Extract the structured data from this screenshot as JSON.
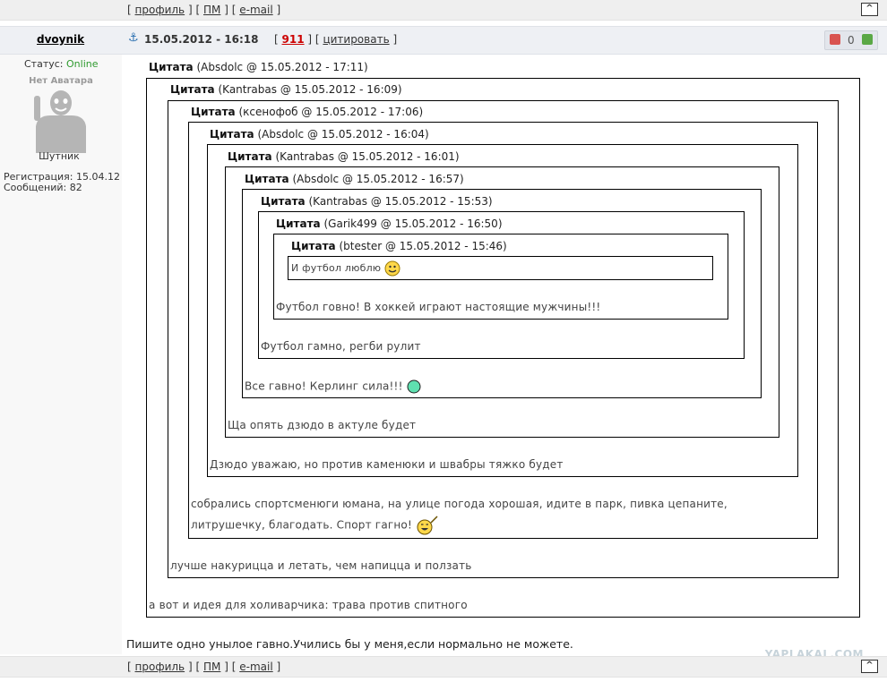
{
  "nav": {
    "profile": "профиль",
    "pm": "ПМ",
    "email": "e-mail",
    "up": "^",
    "open_bracket": "[",
    "close_bracket": "]"
  },
  "post": {
    "author": "dvoynik",
    "date": "15.05.2012 - 16:18",
    "number": "911",
    "quote_label": "цитировать",
    "rating": "0",
    "text": "Пишите одно унылое гавно.Учились бы у меня,если нормально не можете."
  },
  "user": {
    "status_label": "Статус:",
    "status_value": "Online",
    "avatar_placeholder": "Нет Аватара",
    "rank": "Шутник",
    "reg_label": "Регистрация: 15.04.12",
    "posts_label": "Сообщений: 82"
  },
  "quotes": [
    {
      "label": "Цитата",
      "meta": "(Absdolc @ 15.05.2012 - 17:11)",
      "text": "а вот и идея для холиварчика: трава против спитного"
    },
    {
      "label": "Цитата",
      "meta": "(Kantrabas @ 15.05.2012 - 16:09)",
      "text": "лучше накурицца и летать, чем напицца и ползать"
    },
    {
      "label": "Цитата",
      "meta": "(ксенофоб @ 15.05.2012 - 17:06)",
      "text": "собрались спортсменюги юмана, на улице погода хорошая, идите в парк, пивка цепаните,",
      "text2": "литрушечку, благодать. Спорт гагно!"
    },
    {
      "label": "Цитата",
      "meta": "(Absdolc @ 15.05.2012 - 16:04)",
      "text": "Дзюдо уважаю, но против каменюки и швабры тяжко будет"
    },
    {
      "label": "Цитата",
      "meta": "(Kantrabas @ 15.05.2012 - 16:01)",
      "text": "Ща опять дзюдо в актуле будет"
    },
    {
      "label": "Цитата",
      "meta": "(Absdolc @ 15.05.2012 - 16:57)",
      "text": "Все гавно! Керлинг сила!!!"
    },
    {
      "label": "Цитата",
      "meta": "(Kantrabas @ 15.05.2012 - 15:53)",
      "text": "Футбол гамно, регби рулит"
    },
    {
      "label": "Цитата",
      "meta": "(Garik499 @ 15.05.2012 - 16:50)",
      "text": "Футбол говно! В хоккей играют настоящие мужчины!!!"
    },
    {
      "label": "Цитата",
      "meta": "(btester @ 15.05.2012 - 15:46)",
      "text": "И футбол люблю"
    }
  ],
  "watermark": "YAPLAKAL.COM",
  "colors": {
    "online": "#2e9a2e",
    "post_number": "#cc0000"
  }
}
